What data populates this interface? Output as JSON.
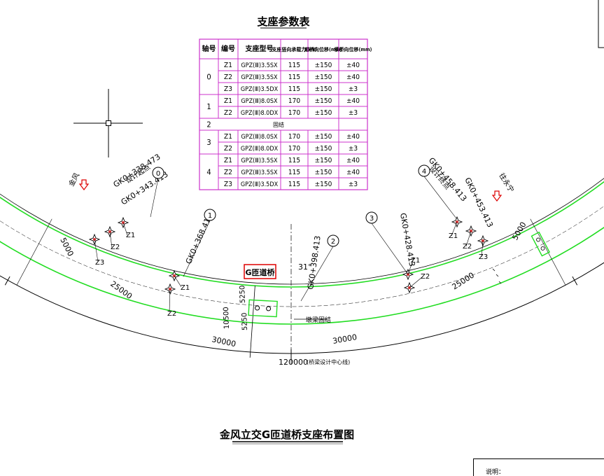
{
  "table": {
    "title": "支座参数表",
    "headers": [
      "轴号",
      "编号",
      "支座型号",
      "支座竖向承载力(kN)",
      "顺桥向位移(mm)",
      "横桥向位移(mm)"
    ],
    "rows": [
      [
        "0",
        "Z1",
        "GPZ(Ⅲ)3.5SX",
        "115",
        "±150",
        "±40"
      ],
      [
        "",
        "Z2",
        "GPZ(Ⅲ)3.5SX",
        "115",
        "±150",
        "±40"
      ],
      [
        "",
        "Z3",
        "GPZ(Ⅲ)3.5DX",
        "115",
        "±150",
        "±3"
      ],
      [
        "1",
        "Z1",
        "GPZ(Ⅲ)8.0SX",
        "170",
        "±150",
        "±40"
      ],
      [
        "",
        "Z2",
        "GPZ(Ⅲ)8.0DX",
        "170",
        "±150",
        "±3"
      ],
      [
        "2",
        "固结",
        "",
        "",
        "",
        ""
      ],
      [
        "3",
        "Z1",
        "GPZ(Ⅲ)8.0SX",
        "170",
        "±150",
        "±40"
      ],
      [
        "",
        "Z2",
        "GPZ(Ⅲ)8.0DX",
        "170",
        "±150",
        "±3"
      ],
      [
        "4",
        "Z1",
        "GPZ(Ⅲ)3.5SX",
        "115",
        "±150",
        "±40"
      ],
      [
        "",
        "Z2",
        "GPZ(Ⅲ)3.5SX",
        "115",
        "±150",
        "±40"
      ],
      [
        "",
        "Z3",
        "GPZ(Ⅲ)3.5DX",
        "115",
        "±150",
        "±3"
      ]
    ]
  },
  "plan": {
    "left_start_label": "设计起点",
    "left_start_station": "GK0+338.473",
    "left_pier0_station": "GK0+343.413",
    "left_dir_label": "金风",
    "pier1_station": "GK0+368.413",
    "pier2_station": "GK0+398.413",
    "pier3_station": "GK0+428.413",
    "pier4_station": "GK0+453.413",
    "right_end_label": "设计终点",
    "right_end_station": "GK0+458.413",
    "right_dir_label": "往永宁",
    "axis_nums": [
      "0",
      "1",
      "2",
      "3",
      "4"
    ],
    "ramp_label": "G匝道桥",
    "fixed_label": "墩梁固结",
    "angle": "31°",
    "dim_left_end": "5000",
    "dim_right_end": "5000",
    "dim_left_span": "25000",
    "dim_right_span": "25000",
    "dim_mid_left": "30000",
    "dim_mid_right": "30000",
    "dim_total": "120000",
    "dim_total_note": "(桥梁设计中心线)",
    "dim_width": "10500",
    "dim_half_a": "5250",
    "dim_half_b": "5250",
    "bearings": [
      "Z1",
      "Z2",
      "Z3"
    ]
  },
  "drawing_title": "金风立交G匝道桥支座布置图",
  "notes_label": "说明：",
  "colors": {
    "green": "#22dd22",
    "magenta": "#cc33cc",
    "red": "#dd0000",
    "black": "#000000"
  }
}
